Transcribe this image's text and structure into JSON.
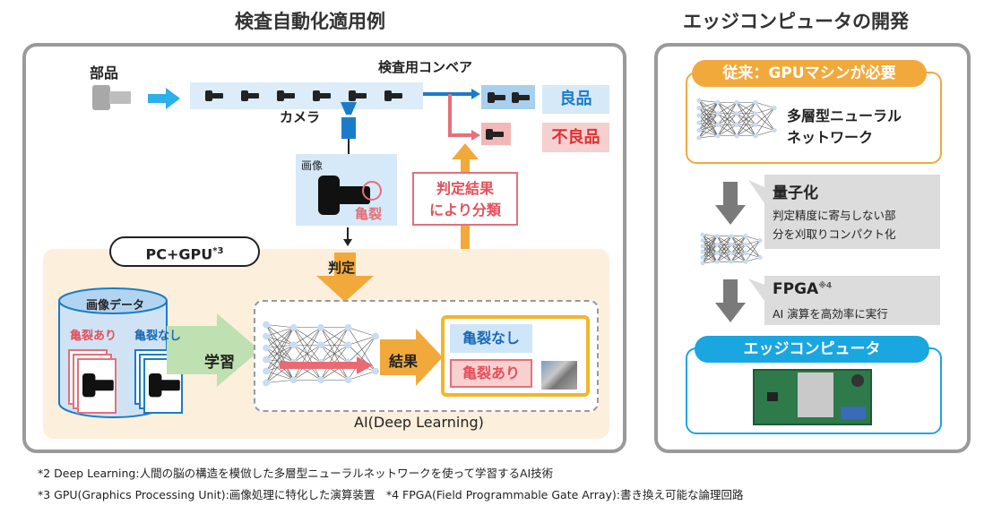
{
  "left": {
    "title": "検査自動化適用例",
    "part_label": "部品",
    "conveyor_label": "検査用コンベア",
    "camera_label": "カメラ",
    "image_label": "画像",
    "crack_label": "亀裂",
    "good_label": "良品",
    "bad_label": "不良品",
    "classify_label_1": "判定結果",
    "classify_label_2": "により分類",
    "pcgpu_label": "PC+GPU",
    "pcgpu_sup": "*3",
    "judge_label": "判定",
    "db_title": "画像データ",
    "crack_yes": "亀裂あり",
    "crack_no": "亀裂なし",
    "learn_label": "学習",
    "result_label": "結果",
    "result_no": "亀裂なし",
    "result_yes": "亀裂あり",
    "ai_label": "AI(Deep Learning)"
  },
  "right": {
    "title": "エッジコンピュータの開発",
    "conventional_header": "従来：GPUマシンが必要",
    "dnn_line1": "多層型ニューラル",
    "dnn_line2": "ネットワーク",
    "quant_title": "量子化",
    "quant_line1": "判定精度に寄与しない部",
    "quant_line2": "分を刈取りコンパクト化",
    "fpga_title": "FPGA",
    "fpga_sup": "※4",
    "fpga_desc": "AI 演算を高効率に実行",
    "edge_header": "エッジコンピュータ"
  },
  "footnotes": [
    "*2 Deep Learning:人間の脳の構造を模倣した多層型ニューラルネットワークを使って学習するAI技術",
    "*3 GPU(Graphics Processing Unit):画像処理に特化した演算装置　*4 FPGA(Field Programmable Gate Array):書き換え可能な論理回路"
  ],
  "colors": {
    "blue": "#1a7cc8",
    "red": "#e5505a",
    "orange": "#f2a93b",
    "gray": "#7a7a7a",
    "cyan": "#1aa6e0"
  }
}
